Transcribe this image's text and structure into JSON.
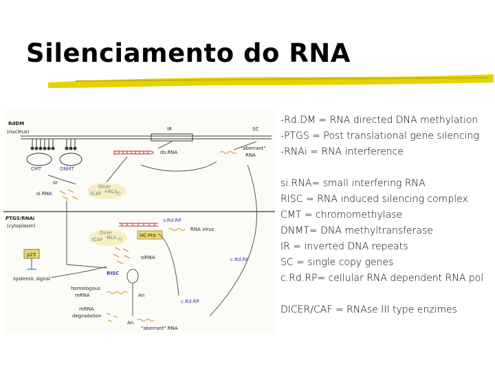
{
  "slide": {
    "title": "Silenciamento do RNA"
  },
  "definitions": {
    "group1": [
      "-Rd.DM = RNA directed DNA methylation",
      "-PTGS = Post translational gene silencing",
      "-RNAi = RNA interference"
    ],
    "group2": [
      "si.RNA= small interfering RNA",
      "RISC = RNA induced silencing complex",
      "CMT = chromomethylase",
      "DNMT= DNA methyltransferase",
      "IR = inverted DNA repeats",
      "SC = single copy genes",
      "c.Rd.RP= cellular RNA dependent RNA pol"
    ],
    "group3": [
      "DICER/CAF = RNAse III type enzimes"
    ]
  },
  "diagram": {
    "rddm_label": "RdDM",
    "nucleus_label": "(nucleus)",
    "ir_label": "IR",
    "sc_label": "SC",
    "cmt_label": "CMT",
    "dnmt_label": "DNMT",
    "dsrna_label": "ds.RNA",
    "aberrant_label_1": "\"aberrant\"",
    "aberrant_label_2": "RNA",
    "or_label": "or",
    "dicer_label_1": "Dicer",
    "caf_label_1": "(CAF",
    "nls_label_1": "+NLS",
    "q_label_1": "?)",
    "sirna_label_1": "si.RNA",
    "ptgs_label": "PTGS/RNAi",
    "cytoplasm_label": "(cytoplasm)",
    "vrdrp_label": "v.Rd.RP",
    "rna_virus_label": "RNA virus",
    "dicer_label_2": "Dicer",
    "caf_label_2": "(CAF",
    "nls_label_2": "-NLS",
    "q_label_2": "?)",
    "hcpro_label": "HC-Pro",
    "p25_label": "p25",
    "sirna_label_2": "siRNA",
    "crdrp_label_1": "c.Rd.RP",
    "systemic_label": "systemic signal",
    "risc_label": "RISC",
    "homologous_label_1": "homologous",
    "homologous_label_2": "mRNA",
    "an_label_1": "An",
    "crdrp_label_2": "c.Rd.RP",
    "mrna_label": "mRNA",
    "degradation_label": "degradation",
    "an_label_2": "An",
    "aberrant_rna_bottom": "\"aberrant\" RNA",
    "colors": {
      "red": "#cc2222",
      "blue": "#3a3aa0",
      "orange": "#e08a1a",
      "yellow": "#f0d860",
      "gray": "#555555"
    }
  }
}
